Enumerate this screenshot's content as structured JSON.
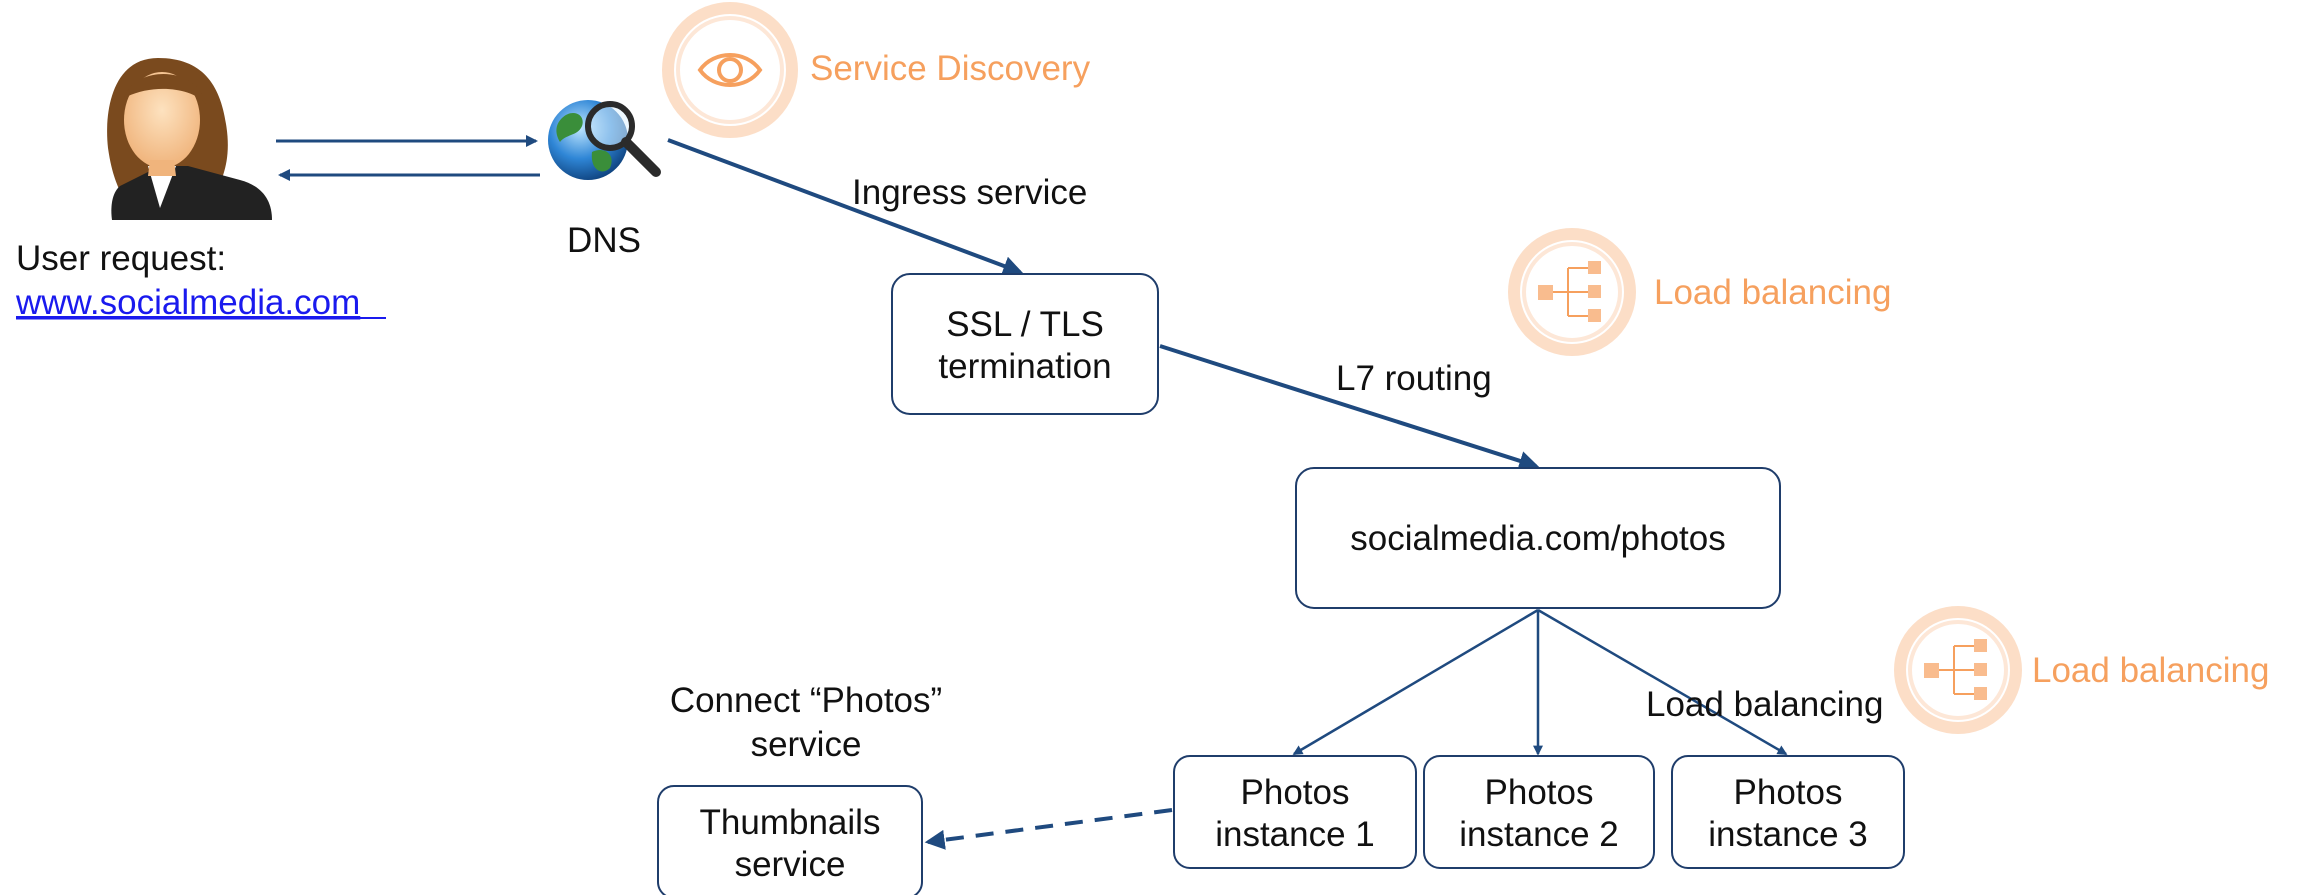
{
  "user": {
    "request_label": "User request:",
    "url": "www.socialmedia.com"
  },
  "dns": {
    "label": "DNS"
  },
  "service_discovery": {
    "label": "Service Discovery"
  },
  "edges": {
    "ingress_label": "Ingress service",
    "l7_label": "L7 routing",
    "lb_label": "Load balancing"
  },
  "ssl": {
    "line1": "SSL / TLS",
    "line2": "termination"
  },
  "main_service": {
    "label": "socialmedia.com/photos"
  },
  "load_balancing_badges": [
    {
      "label": "Load balancing"
    },
    {
      "label": "Load balancing"
    }
  ],
  "instances": [
    {
      "line1": "Photos",
      "line2": "instance 1"
    },
    {
      "line1": "Photos",
      "line2": "instance 2"
    },
    {
      "line1": "Photos",
      "line2": "instance 3"
    }
  ],
  "connect_note": {
    "line1": "Connect “Photos”",
    "line2": "service"
  },
  "thumbnails": {
    "line1": "Thumbnails",
    "line2": "service"
  },
  "colors": {
    "accent_orange": "#f6a05e",
    "edge_blue": "#1f4a7f",
    "box_border": "#1f3d6b",
    "link_blue": "#1a1aee"
  },
  "icons": [
    "user-avatar-icon",
    "dns-globe-icon",
    "eye-icon",
    "network-tree-icon"
  ]
}
